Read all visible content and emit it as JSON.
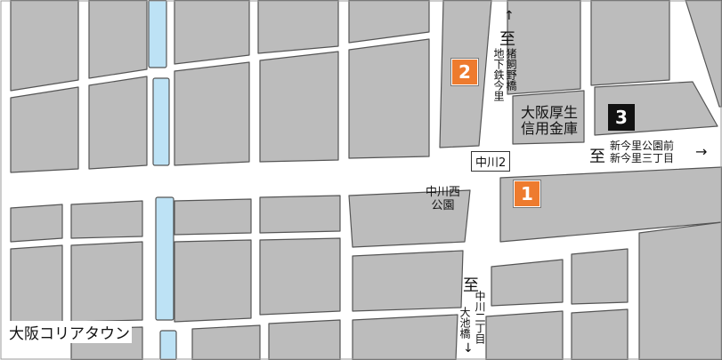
{
  "map": {
    "colors": {
      "block": "#bcbcbc",
      "block_stroke": "#555555",
      "road": "#ffffff",
      "canal": "#bde2f5",
      "canal_stroke": "#555555",
      "marker_orange": "#ee7b2e",
      "marker_black": "#111111"
    },
    "title": "大阪コリアタウン",
    "markers": [
      {
        "id": "1",
        "label": "1"
      },
      {
        "id": "2",
        "label": "2"
      },
      {
        "id": "3",
        "label": "3"
      }
    ],
    "places": {
      "bank_line1": "大阪厚生",
      "bank_line2": "信用金庫",
      "park_line1": "中川西",
      "park_line2": "公園",
      "intersection": "中川2"
    },
    "directions": {
      "north_prefix": "至",
      "north_col1": "地下鉄今里",
      "north_col2": "猪飼野橋",
      "east_prefix": "至",
      "east_line1": "新今里公園前",
      "east_line2": "新今里三丁目",
      "south_prefix": "至",
      "south_col1": "中川二丁目",
      "south_col2": "大池橋"
    },
    "arrow_glyphs": {
      "up": "↑",
      "right": "→",
      "down": "↓"
    }
  }
}
